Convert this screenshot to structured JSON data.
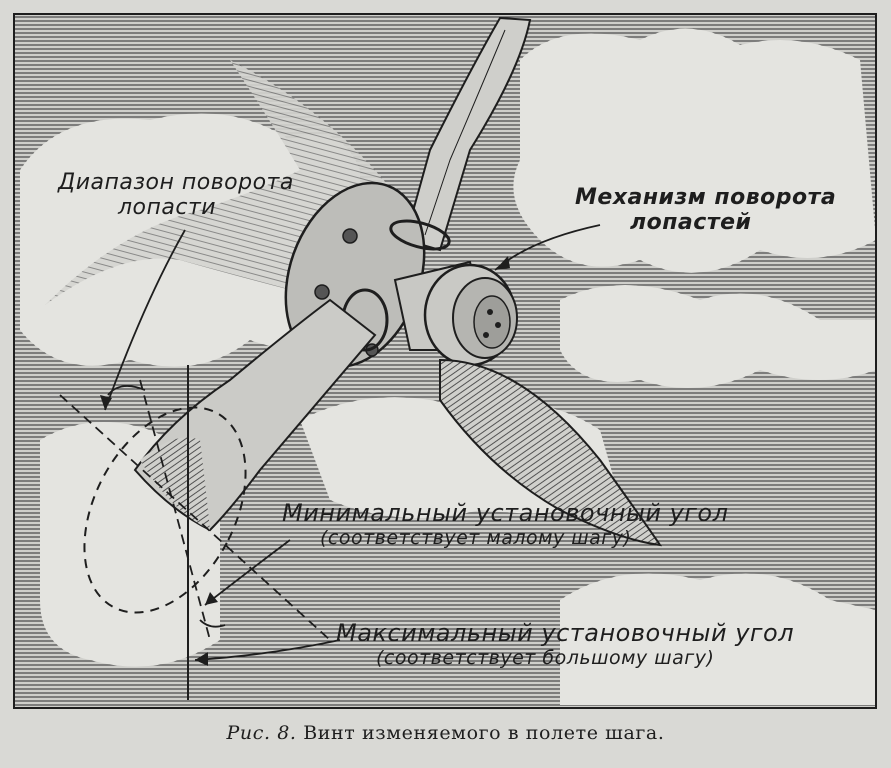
{
  "labels": {
    "range": [
      "Диапазон поворота",
      "лопасти"
    ],
    "mechanism": [
      "Механизм поворота",
      "лопастей"
    ],
    "min_angle": {
      "title": "Минимальный установочный угол",
      "note": "(соответствует малому шагу)"
    },
    "max_angle": {
      "title": "Максимальный установочный угол",
      "note": "(соответствует большому шагу)"
    }
  },
  "caption": {
    "prefix": "Рис. 8.",
    "text": "Винт изменяемого в полете шага."
  },
  "colors": {
    "paper": "#d9d9d5",
    "ink": "#1e1e1e",
    "cloud": "#e6e6e2"
  }
}
